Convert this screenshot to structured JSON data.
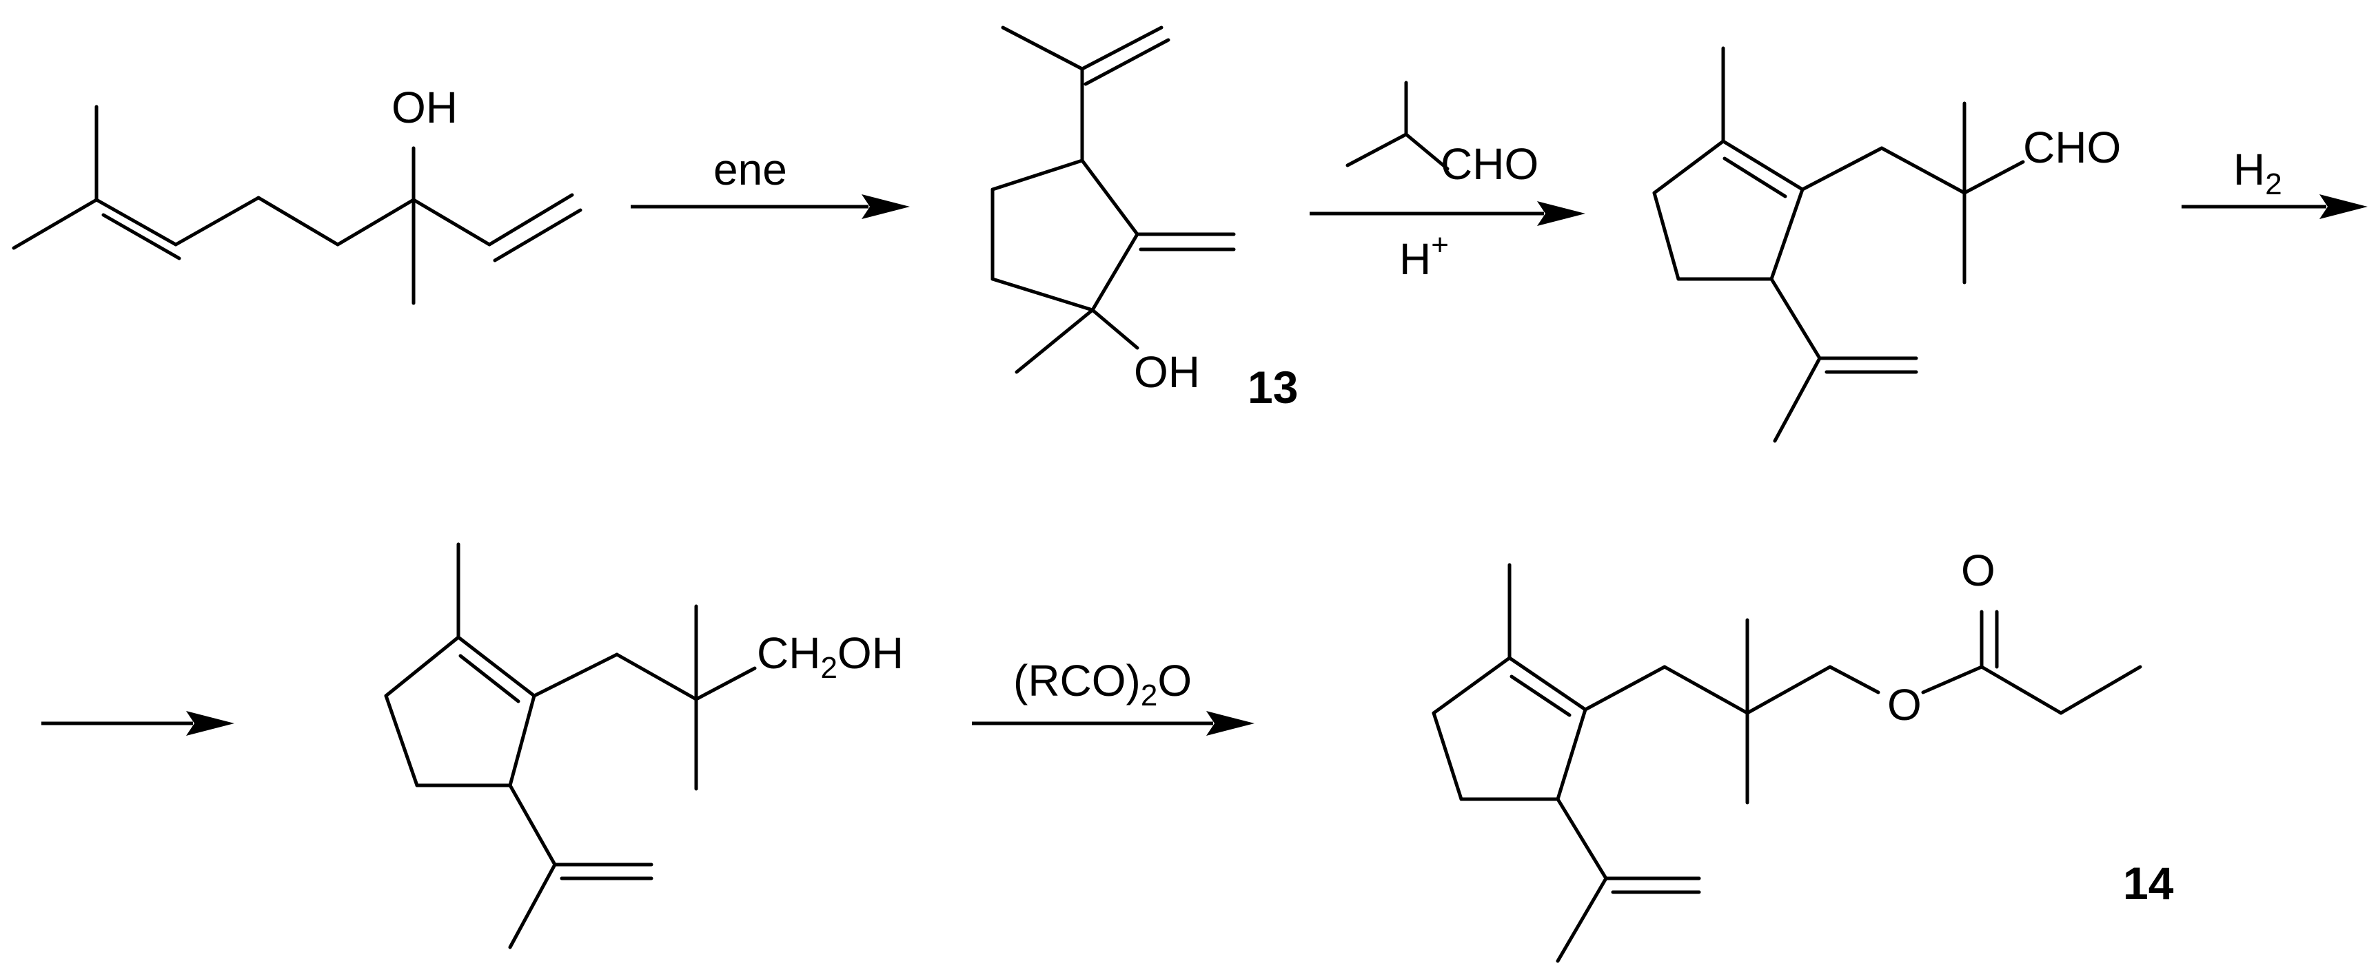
{
  "scheme": {
    "steps": [
      {
        "reagent_above": "ene",
        "reagent_below": ""
      },
      {
        "reagent_above": "CHO",
        "reagent_below_main": "H",
        "reagent_below_sup": "+"
      },
      {
        "reagent_above_main": "H",
        "reagent_above_sub": "2"
      },
      {
        "reagent_above": ""
      },
      {
        "reagent_above_pre": "(RCO)",
        "reagent_above_sub": "2",
        "reagent_above_post": "O"
      }
    ],
    "atoms": {
      "linalool_oh": "OH",
      "comp13_oh": "OH",
      "aldehyde_cho": "CHO",
      "alcohol_ch2oh_pre": "CH",
      "alcohol_ch2oh_sub": "2",
      "alcohol_ch2oh_post": "OH",
      "ester_o_carbonyl": "O",
      "ester_o_link": "O"
    },
    "compound_labels": {
      "compound_13": "13",
      "compound_14": "14"
    }
  }
}
